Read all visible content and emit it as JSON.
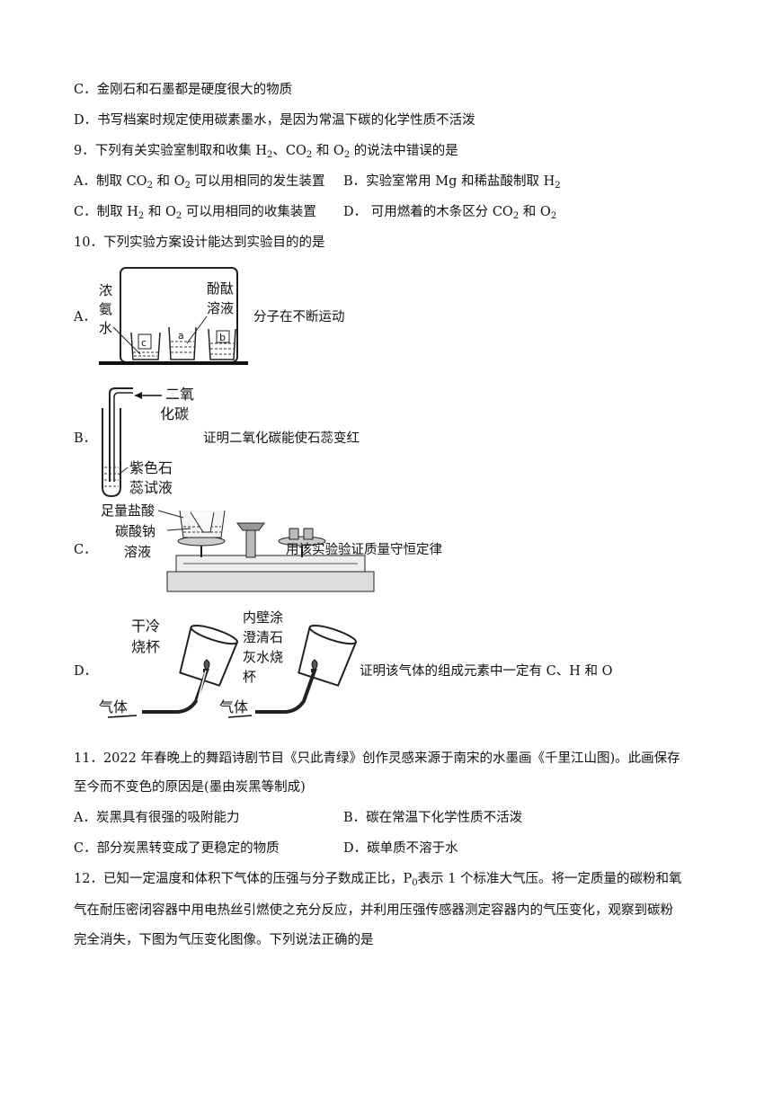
{
  "lines": {
    "q8c": "C．金刚石和石墨都是硬度很大的物质",
    "q8d": "D．书写档案时规定使用碳素墨水，是因为常温下碳的化学性质不活泼",
    "q11a": "11．2022 年春晚上的舞蹈诗剧节目《只此青绿》创作灵感来源于南宋的水墨画《千里江山图)。此画保存",
    "q11b": "至今而不变色的原因是(墨由炭黑等制成)",
    "q12a": "12．已知一定温度和体积下气体的压强与分子数成正比，P",
    "q12a_sub": "0",
    "q12a_rest": "表示 1 个标准大气压。将一定质量的碳粉和氧",
    "q12b": "气在耐压密闭容器中用电热丝引燃使之充分反应，并利用压强传感器测定容器内的气压变化，观察到碳粉",
    "q12c": "完全消失，下图为气压变化图像。下列说法正确的是"
  },
  "q9": {
    "stem_pre": "9．下列有关实验室制取和收集 H",
    "stem_mid1": "、CO",
    "stem_mid2": " 和 O",
    "stem_post": " 的说法中错误的是",
    "sub2": "2",
    "a_pre": "A．制取 CO",
    "a_mid": " 和 O",
    "a_post": " 可以用相同的发生装置",
    "b_pre": "B．实验室常用 Mg 和稀盐酸制取 H",
    "c_pre": "C．制取 H",
    "c_mid": " 和 O",
    "c_post": " 可以用相同的收集装置",
    "d_pre": "D．  可用燃着的木条区分 CO",
    "d_mid": " 和 O"
  },
  "q10": {
    "stem": "10．下列实验方案设计能达到实验目的的是",
    "a_label": "A．",
    "a_text": "分子在不断运动",
    "a_fig": {
      "left1": "浓",
      "left2": "氨",
      "left3": "水",
      "right1": "酚酞",
      "right2": "溶液",
      "beaker_c": "c",
      "beaker_a": "a",
      "beaker_b": "b"
    },
    "b_label": "B．",
    "b_text": "证明二氧化碳能使石蕊变红",
    "b_fig": {
      "gas1": "二氧",
      "gas2": "化碳",
      "liq1": "紫色石",
      "liq2": "蕊试液"
    },
    "c_label": "C．",
    "c_text": "用该实验验证质量守恒定律",
    "c_fig": {
      "l1": "足量盐酸",
      "l2": "碳酸钠",
      "l3": "溶液"
    },
    "d_label": "D．",
    "d_text": "证明该气体的组成元素中一定有 C、H 和 O",
    "d_fig": {
      "cup1a": "干冷",
      "cup1b": "烧杯",
      "cup2a": "内壁涂",
      "cup2b": "澄清石",
      "cup2c": "灰水烧",
      "cup2d": "杯",
      "gas": "气体"
    }
  },
  "q11": {
    "a": "A．炭黑具有很强的吸附能力",
    "b": "B．碳在常温下化学性质不活泼",
    "c": "C．部分炭黑转变成了更稳定的物质",
    "d": "D．碳单质不溶于水"
  }
}
